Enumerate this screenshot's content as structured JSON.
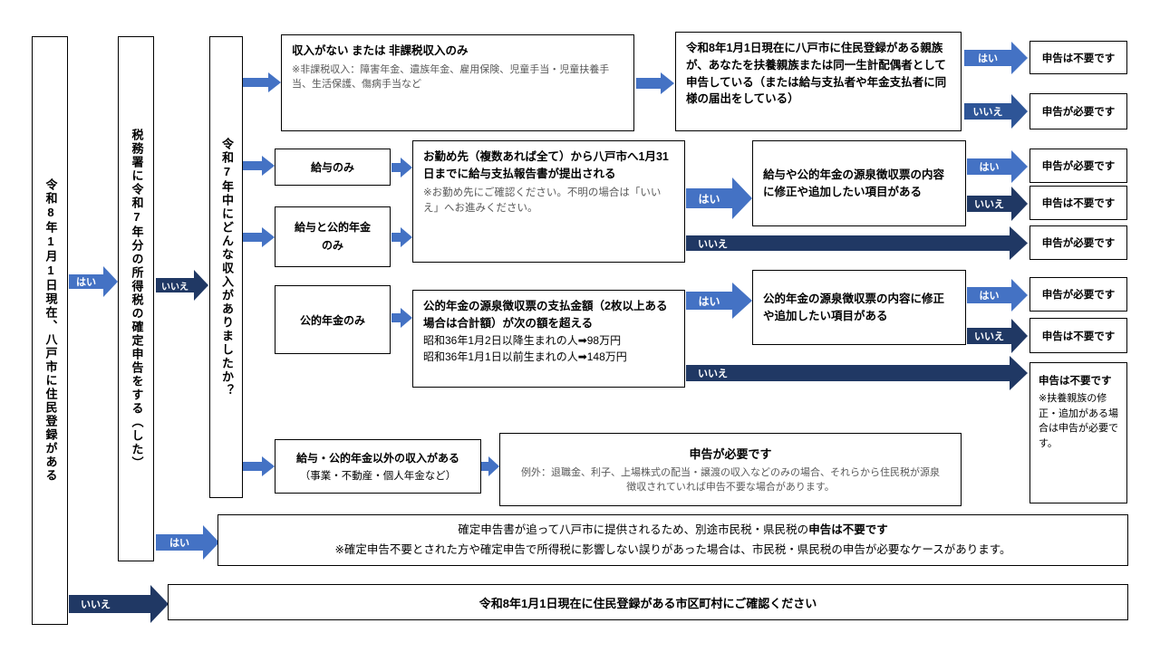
{
  "colors": {
    "arrow_yes": "#4472C4",
    "arrow_no_dark": "#203864",
    "arrow_no_medium": "#2E5597",
    "note_gray": "#595959"
  },
  "labels": {
    "yes": "はい",
    "no": "いいえ"
  },
  "columns": {
    "residence": "令和8年1月1日現在、八戸市に住民登録がある",
    "final_return": "税務署に令和7年分の所得税の確定申告をする（した）",
    "income_question": "令和7年中にどんな収入がありましたか？"
  },
  "branch_none": {
    "box_title": "収入がない または 非課税収入のみ",
    "box_note": "※非課税収入：障害年金、遺族年金、雇用保険、児童手当・児童扶養手当、生活保護、傷病手当など",
    "dependent_box": "令和8年1月1日現在に八戸市に住民登録がある親族が、あなたを扶養親族または同一生計配偶者として申告している（または給与支払者や年金支払者に同様の届出をしている）",
    "result_yes": "申告は不要です",
    "result_no": "申告が必要です"
  },
  "branch_salary": {
    "box_salary_only": "給与のみ",
    "box_salary_pension": "給与と公的年金のみ",
    "report_box_title": "お勤め先（複数あれば全て）から八戸市へ1月31日までに給与支払報告書が提出される",
    "report_box_note": "※お勤め先にご確認ください。不明の場合は「いいえ」へお進みください。",
    "revise_box": "給与や公的年金の源泉徴収票の内容に修正や追加したい項目がある",
    "result_yes": "申告が必要です",
    "result_no": "申告は不要です",
    "result_not_submitted": "申告が必要です"
  },
  "branch_pension": {
    "box_pension_only": "公的年金のみ",
    "threshold_box_title": "公的年金の源泉徴収票の支払金額（2枚以上ある場合は合計額）が次の額を超える",
    "threshold_line1": "昭和36年1月2日以降生まれの人➡98万円",
    "threshold_line2": "昭和36年1月1日以前生まれの人➡148万円",
    "revise_box": "公的年金の源泉徴収票の内容に修正や追加したい項目がある",
    "result_yes": "申告が必要です",
    "result_no": "申告は不要です",
    "result_under_title": "申告は不要です",
    "result_under_note": "※扶養親族の修正・追加がある場合は申告が必要です。"
  },
  "branch_other": {
    "box_title": "給与・公的年金以外の収入がある",
    "box_sub": "（事業・不動産・個人年金など）",
    "result_title": "申告が必要です",
    "result_note": "例外：退職金、利子、上場株式の配当・譲渡の収入などのみの場合、それらから住民税が源泉徴収されていれば申告不要な場合があります。"
  },
  "bottom": {
    "filed_prefix": "確定申告書が追って八戸市に提供されるため、別途市民税・県民税の",
    "filed_bold": "申告は不要です",
    "filed_note": "※確定申告不要とされた方や確定申告で所得税に影響しない誤りがあった場合は、市民税・県民税の申告が必要なケースがあります。",
    "no_registration": "令和8年1月1日現在に住民登録がある市区町村にご確認ください"
  }
}
